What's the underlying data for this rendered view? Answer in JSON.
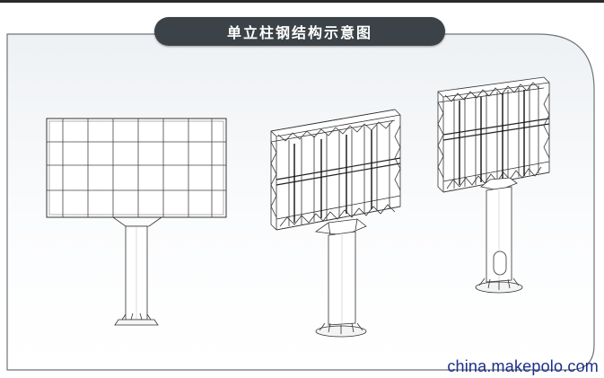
{
  "title": "单立柱钢结构示意图",
  "watermark": "china.makepolo.com",
  "colors": {
    "title_bg": "#3c4348",
    "title_text": "#ffffff",
    "panel_border": "#6e7478",
    "panel_fill_top": "#f2f4f6",
    "watermark": "#1a2f8c"
  },
  "figures": [
    {
      "name": "front-view",
      "kind": "face-grid"
    },
    {
      "name": "rear-frame-view",
      "kind": "steel-frame-large"
    },
    {
      "name": "rear-frame-view-small",
      "kind": "steel-frame-small"
    }
  ]
}
